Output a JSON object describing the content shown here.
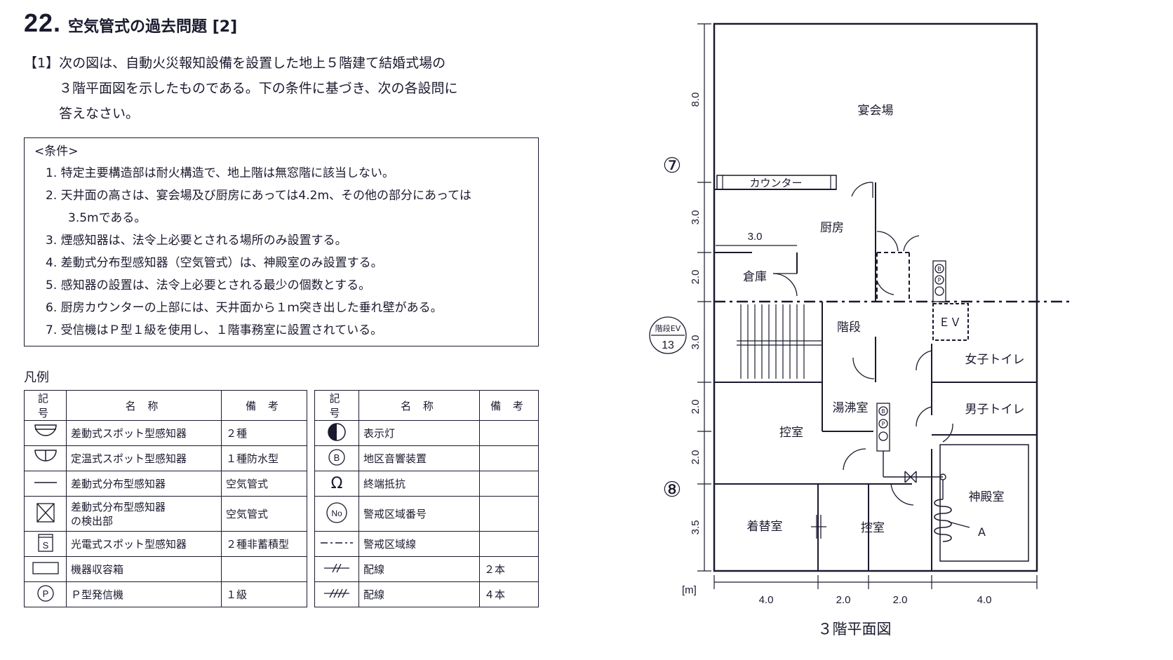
{
  "header": {
    "number": "22.",
    "title": "空気管式の過去問題 [2]"
  },
  "question": {
    "lines": [
      "【1】次の図は、自動火災報知設備を設置した地上５階建て結婚式場の",
      "３階平面図を示したものである。下の条件に基づき、次の各設問に",
      "答えなさい。"
    ]
  },
  "conditions": {
    "heading": "<条件>",
    "items": [
      "1. 特定主要構造部は耐火構造で、地上階は無窓階に該当しない。",
      "2. 天井面の高さは、宴会場及び厨房にあっては4.2m、その他の部分にあっては",
      "3.5mである。",
      "3. 煙感知器は、法令上必要とされる場所のみ設置する。",
      "4. 差動式分布型感知器（空気管式）は、神殿室のみ設置する。",
      "5. 感知器の設置は、法令上必要とされる最少の個数とする。",
      "6. 厨房カウンターの上部には、天井面から１ｍ突き出した垂れ壁がある。",
      "7. 受信機はＰ型１級を使用し、１階事務室に設置されている。"
    ]
  },
  "legend": {
    "title": "凡例",
    "headers": {
      "symbol": "記 号",
      "name": "名 称",
      "note": "備 考"
    },
    "left": [
      {
        "icon": "differential-spot-detector-icon",
        "name": "差動式スポット型感知器",
        "note": "２種"
      },
      {
        "icon": "fixed-temp-spot-detector-icon",
        "name": "定温式スポット型感知器",
        "note": "１種防水型"
      },
      {
        "icon": "line-icon",
        "name": "差動式分布型感知器",
        "note": "空気管式"
      },
      {
        "icon": "hourglass-icon",
        "name": "差動式分布型感知器\nの検出部",
        "note": "空気管式"
      },
      {
        "icon": "smoke-detector-icon",
        "name": "光電式スポット型感知器",
        "note": "２種非蓄積型",
        "glyph": "S"
      },
      {
        "icon": "equipment-box-icon",
        "name": "機器収容箱",
        "note": ""
      },
      {
        "icon": "p-transmitter-icon",
        "name": "Ｐ型発信機",
        "note": "１級",
        "glyph": "P"
      }
    ],
    "right": [
      {
        "icon": "indicator-lamp-icon",
        "name": "表示灯",
        "note": ""
      },
      {
        "icon": "bell-icon",
        "name": "地区音響装置",
        "note": "",
        "glyph": "B"
      },
      {
        "icon": "terminal-resistor-icon",
        "name": "終端抵抗",
        "note": "",
        "glyph": "Ω"
      },
      {
        "icon": "zone-number-icon",
        "name": "警戒区域番号",
        "note": "",
        "glyph": "No"
      },
      {
        "icon": "zone-boundary-icon",
        "name": "警戒区域線",
        "note": ""
      },
      {
        "icon": "wiring-2-icon",
        "name": "配線",
        "note": "２本"
      },
      {
        "icon": "wiring-4-icon",
        "name": "配線",
        "note": "４本"
      }
    ]
  },
  "plan": {
    "caption": "３階平面図",
    "rooms": {
      "banquet": "宴会場",
      "counter": "カウンター",
      "kitchen": "厨房",
      "storage": "倉庫",
      "stairs": "階段",
      "ev": "ＥＶ",
      "women": "女子トイレ",
      "men": "男子トイレ",
      "hot_water": "湯沸室",
      "waiting1": "控室",
      "waiting2": "控室",
      "changing": "着替室",
      "shrine": "神殿室"
    },
    "dims_v": [
      "8.0",
      "3.0",
      "2.0",
      "3.0",
      "2.0",
      "2.0",
      "3.5"
    ],
    "dims_h": [
      "4.0",
      "2.0",
      "2.0",
      "4.0"
    ],
    "dim_kitchen": "3.0",
    "unit": "[m]",
    "zone7": "⑦",
    "zone8": "⑧",
    "stair_zone_label": "階段EV",
    "stair_zone_num": "13",
    "marker_a": "A",
    "glyph_p": "P",
    "glyph_b": "B"
  }
}
